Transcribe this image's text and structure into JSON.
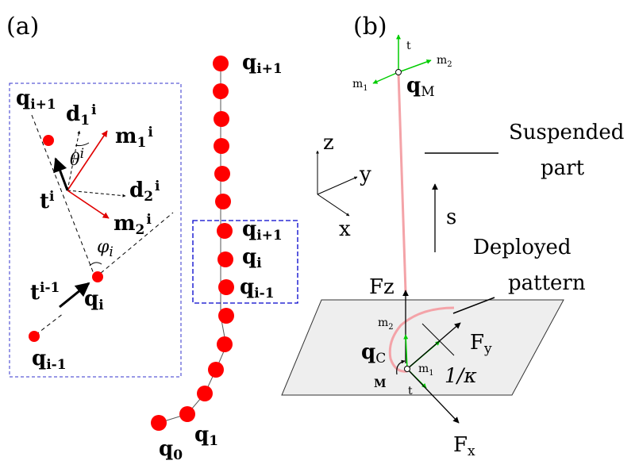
{
  "panel_a": {
    "tag": "(a)",
    "inset": {
      "q_top": {
        "base": "q",
        "sub": "i+1"
      },
      "d1": {
        "base": "d",
        "sub": "1",
        "sup": "i"
      },
      "m1": {
        "base": "m",
        "sub": "1",
        "sup": "i"
      },
      "theta": {
        "base": "θ",
        "sup": "i"
      },
      "d2": {
        "base": "d",
        "sub": "2",
        "sup": "i"
      },
      "t": {
        "base": "t",
        "sup": "i"
      },
      "m2": {
        "base": "m",
        "sub": "2",
        "sup": "i"
      },
      "phi": {
        "base": "φ",
        "sub": "i"
      },
      "t_prev": {
        "base": "t",
        "sup": "i-1"
      },
      "q_mid": {
        "base": "q",
        "sub": "i"
      },
      "q_bot": {
        "base": "q",
        "sub": "i-1"
      }
    },
    "chain": {
      "q_top": {
        "base": "q",
        "sub": "i+1"
      },
      "box_q_top": {
        "base": "q",
        "sub": "i+1"
      },
      "box_q_mid": {
        "base": "q",
        "sub": "i"
      },
      "box_q_bot": {
        "base": "q",
        "sub": "i-1"
      },
      "q0": {
        "base": "q",
        "sub": "0"
      },
      "q1": {
        "base": "q",
        "sub": "1"
      }
    }
  },
  "panel_b": {
    "tag": "(b)",
    "top_frame": {
      "t": "t",
      "m1": "m",
      "m1_sub": "1",
      "m2": "m",
      "m2_sub": "2",
      "qM": "q",
      "qM_sub": "M"
    },
    "axes": {
      "z": "z",
      "y": "y",
      "x": "x"
    },
    "suspended_label": [
      "Suspended",
      "part"
    ],
    "s_label": "s",
    "deployed_label": [
      "Deployed",
      "pattern"
    ],
    "fz": "Fz",
    "base_frame": {
      "m2": "m",
      "m2_sub": "2",
      "qC": "q",
      "qC_sub": "C",
      "m1": "m",
      "m1_sub": "1",
      "t": "t",
      "M": "M"
    },
    "fy": {
      "base": "F",
      "sub": "y"
    },
    "curvature": "1/κ",
    "fx": {
      "base": "F",
      "sub": "x"
    }
  },
  "colors": {
    "node": "#ff0000",
    "frame_vector": "#00cc00",
    "rod": "#f4a3a8",
    "dashed_box": "#3333cc",
    "plane_fill": "#eeeeee"
  }
}
